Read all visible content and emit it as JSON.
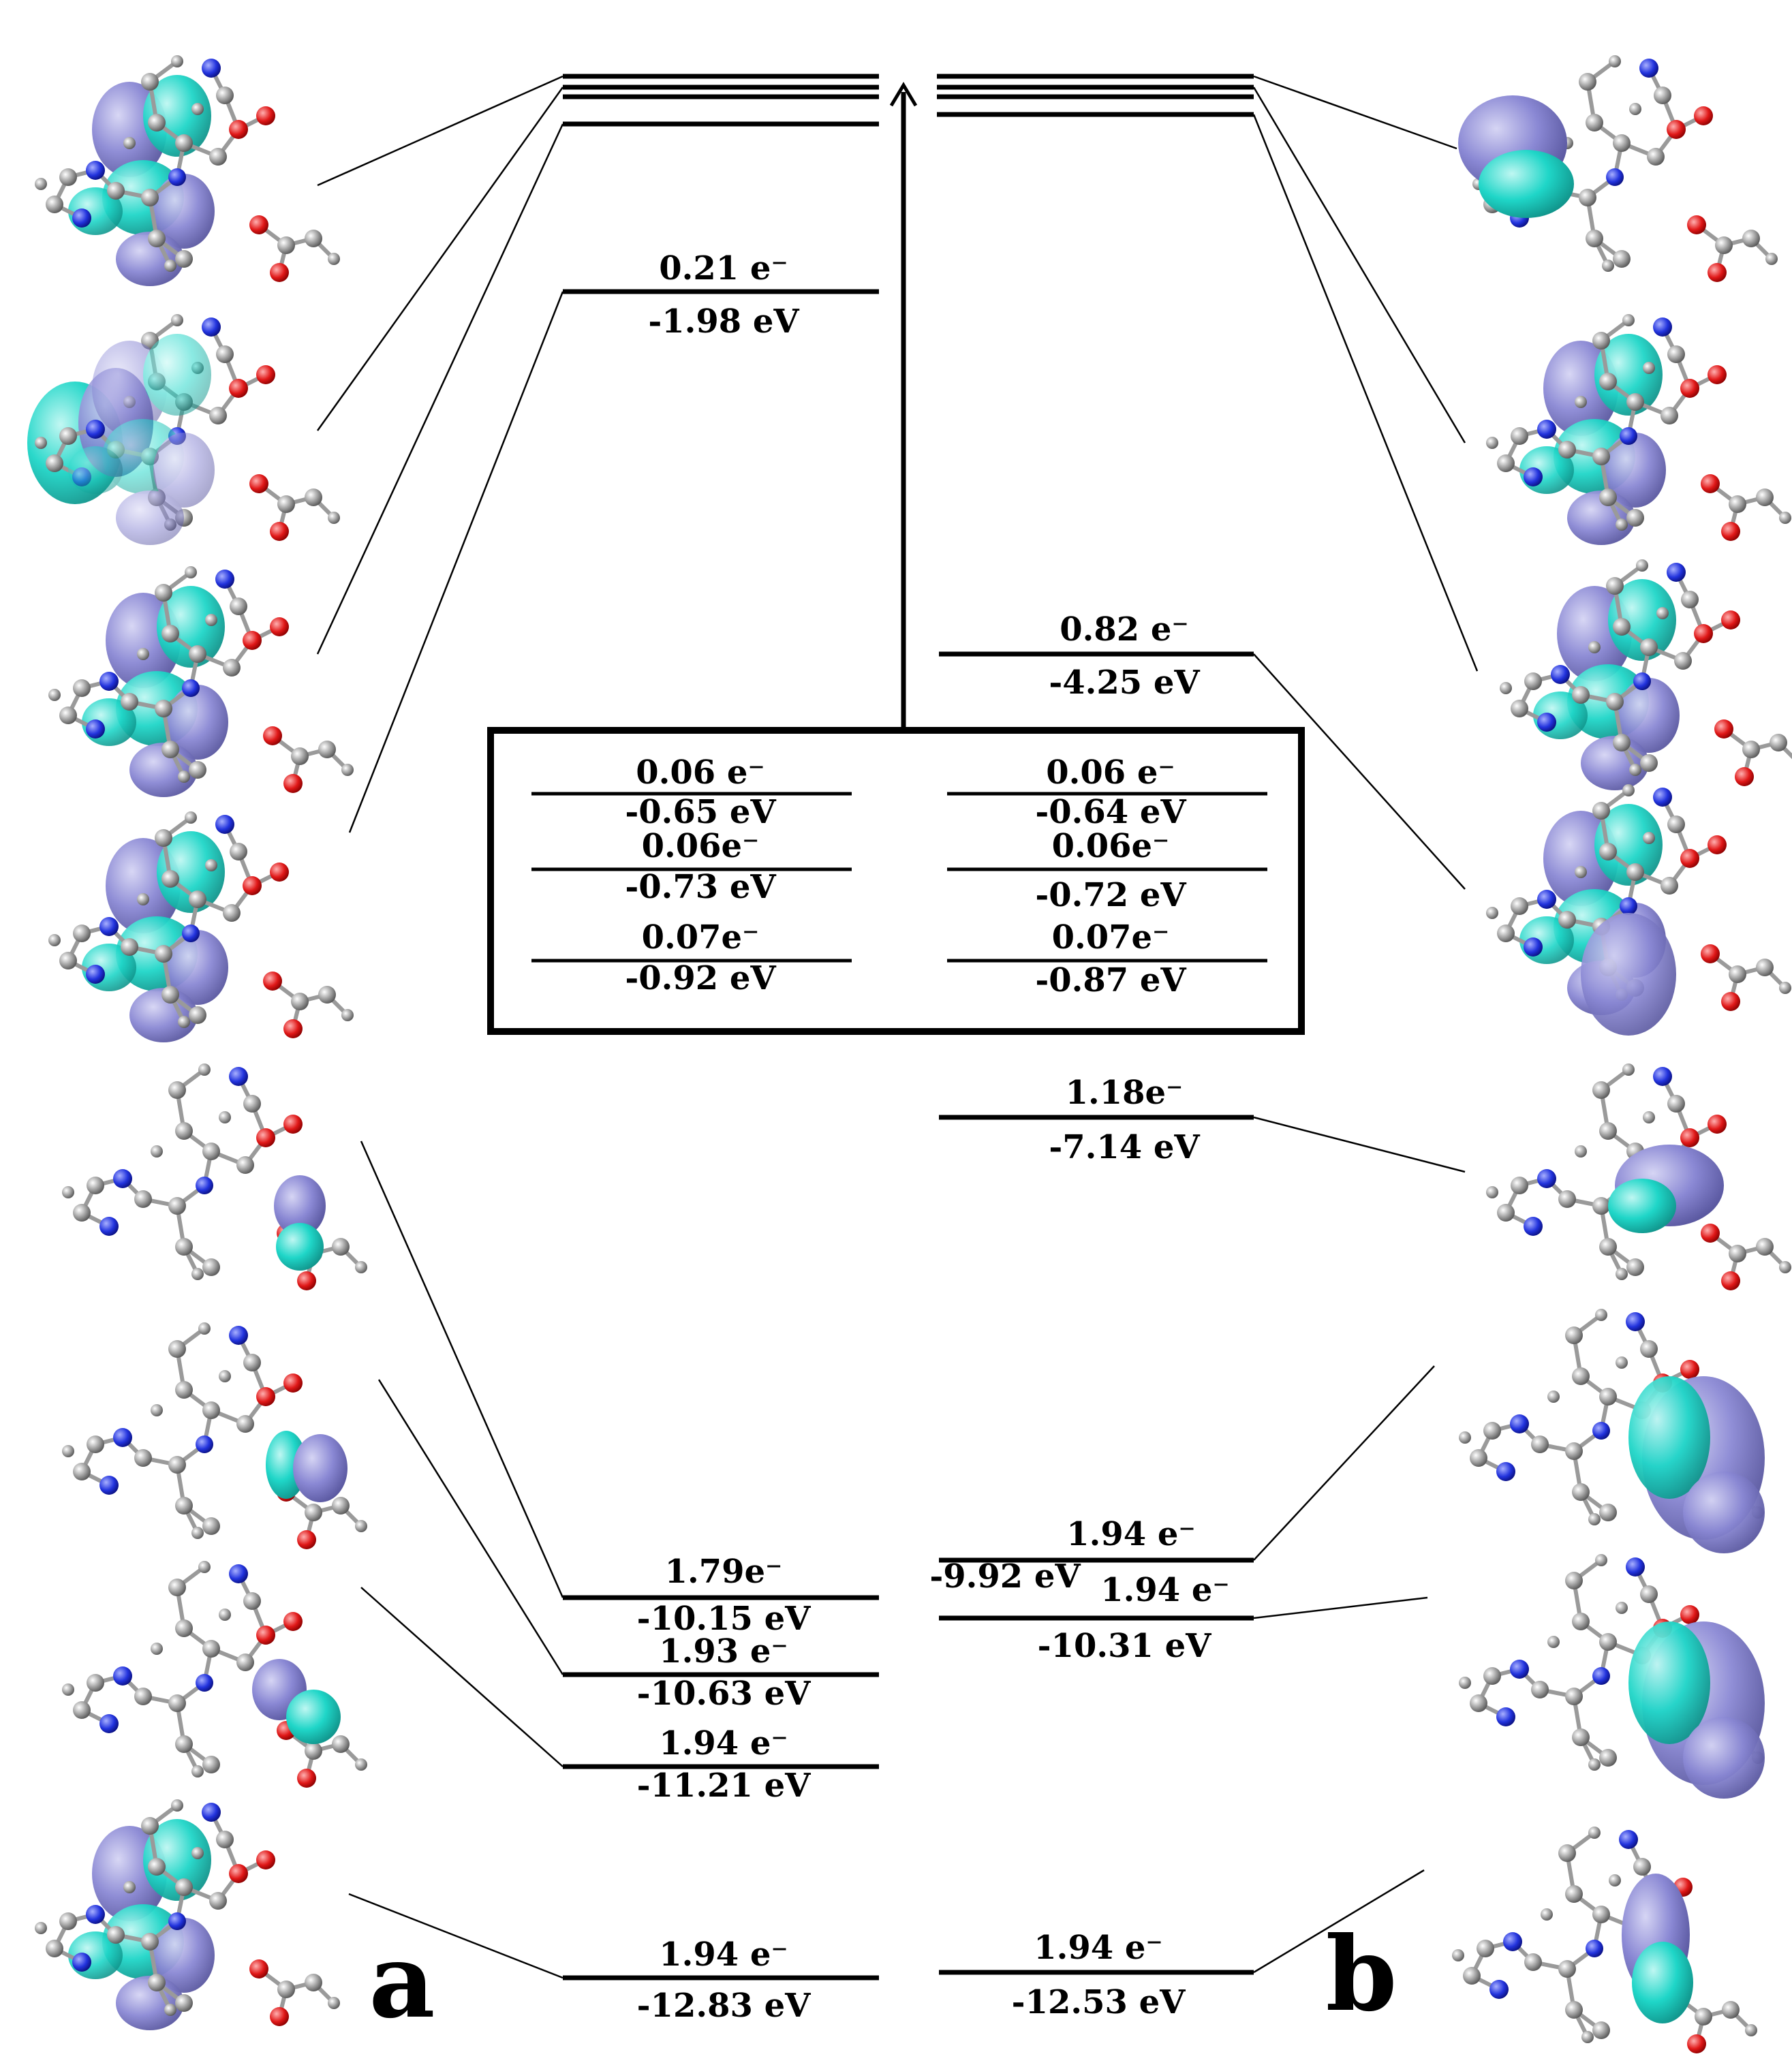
{
  "diagram": {
    "panel_a_label": "a",
    "panel_b_label": "b",
    "orbitals_a": [
      {
        "occupancy": "0.21 e⁻",
        "energy": "-1.98 eV"
      },
      {
        "occupancy": "1.79e⁻",
        "energy": "-10.15 eV"
      },
      {
        "occupancy": "1.93 e⁻",
        "energy": "-10.63 eV"
      },
      {
        "occupancy": "1.94 e⁻",
        "energy": "-11.21 eV"
      },
      {
        "occupancy": "1.94 e⁻",
        "energy": "-12.83 eV"
      }
    ],
    "orbitals_b": [
      {
        "occupancy": "0.82 e⁻",
        "energy": "-4.25 eV"
      },
      {
        "occupancy": "1.18e⁻",
        "energy": "-7.14 eV"
      },
      {
        "occupancy": "1.94 e⁻",
        "energy": "-9.92 eV"
      },
      {
        "occupancy": "1.94 e⁻",
        "energy": "-10.31 eV"
      },
      {
        "occupancy": "1.94 e⁻",
        "energy": "-12.53 eV"
      }
    ],
    "inset_left": [
      {
        "occupancy": "0.06 e⁻",
        "energy": "-0.65 eV"
      },
      {
        "occupancy": "0.06e⁻",
        "energy": "-0.73 eV"
      },
      {
        "occupancy": "0.07e⁻",
        "energy": "-0.92 eV"
      }
    ],
    "inset_right": [
      {
        "occupancy": "0.06 e⁻",
        "energy": "-0.64 eV"
      },
      {
        "occupancy": "0.06e⁻",
        "energy": "-0.72 eV"
      },
      {
        "occupancy": "0.07e⁻",
        "energy": "-0.87 eV"
      }
    ],
    "colors": {
      "lobe_cyan": "#1fd6c8",
      "lobe_lavender": "#8a88d4",
      "atom_carbon": "#8c8c8c",
      "atom_hydrogen": "#e0e0e0",
      "atom_nitrogen": "#2233dd",
      "atom_oxygen": "#e01818",
      "line": "#000000"
    }
  }
}
